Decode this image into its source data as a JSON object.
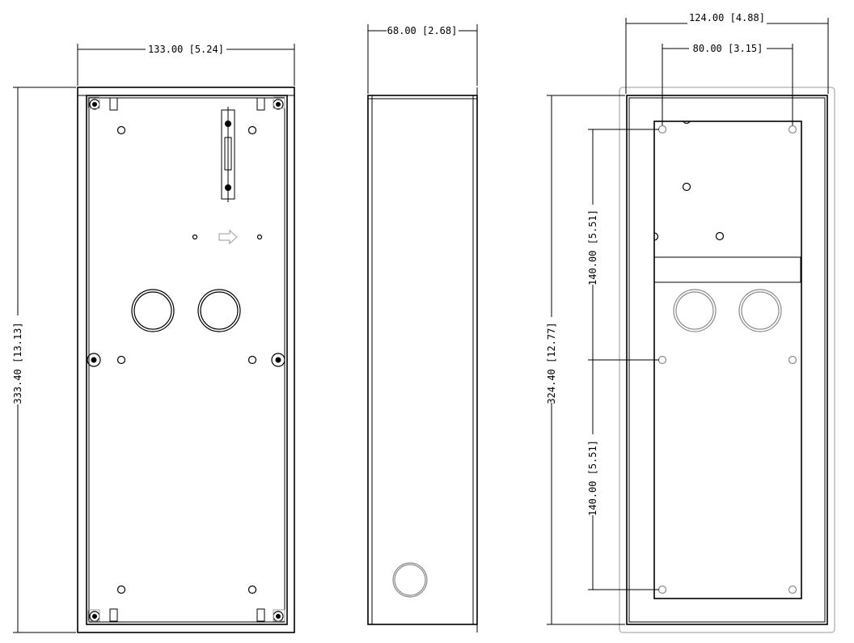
{
  "drawing": {
    "front_view": {
      "width_label": "133.00 [5.24]",
      "height_label": "333.40 [13.13]"
    },
    "side_view": {
      "depth_label": "68.00 [2.68]"
    },
    "back_view": {
      "outer_width_label": "124.00 [4.88]",
      "hole_spacing_label": "80.00 [3.15]",
      "height_label": "324.40 [12.77]",
      "upper_spacing_label": "140.00 [5.51]",
      "lower_spacing_label": "140.00 [5.51]"
    }
  }
}
